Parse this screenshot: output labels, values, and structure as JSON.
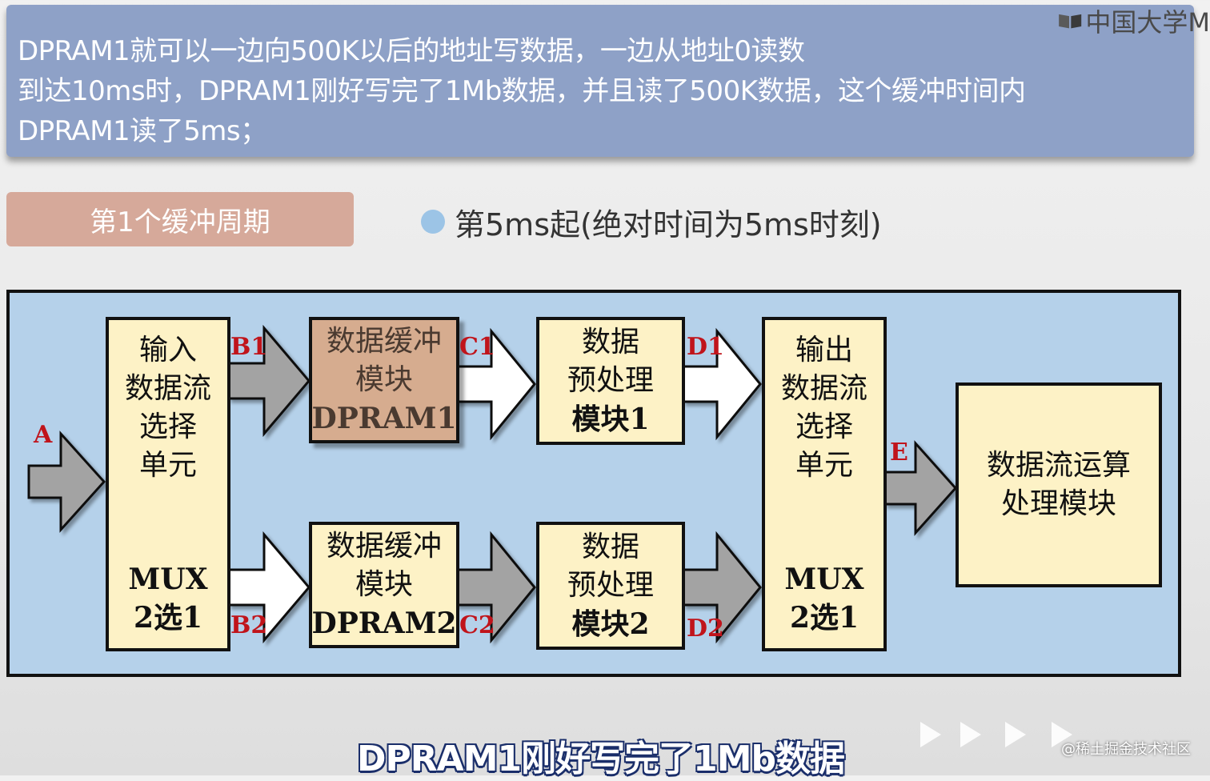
{
  "banner": {
    "lines": [
      "DPRAM1就可以一边向500K以后的地址写数据，一边从地址0读数",
      "到达10ms时，DPRAM1刚好写完了1Mb数据，并且读了500K数据，这个缓冲时间内",
      "DPRAM1读了5ms；"
    ]
  },
  "logo": {
    "text": "中国大学M"
  },
  "period_tag": "第1个缓冲周期",
  "bullet": "第5ms起(绝对时间为5ms时刻)",
  "diagram": {
    "input_mux": {
      "lines": [
        "输入",
        "数据流",
        "选择",
        "单元"
      ],
      "mux": "MUX",
      "sel": "2选1"
    },
    "dpram1": {
      "lines": [
        "数据缓冲",
        "模块"
      ],
      "name": "DPRAM1"
    },
    "dpram2": {
      "lines": [
        "数据缓冲",
        "模块"
      ],
      "name": "DPRAM2"
    },
    "pre1": {
      "lines": [
        "数据",
        "预处理"
      ],
      "name": "模块1"
    },
    "pre2": {
      "lines": [
        "数据",
        "预处理"
      ],
      "name": "模块2"
    },
    "output_mux": {
      "lines": [
        "输出",
        "数据流",
        "选择",
        "单元"
      ],
      "mux": "MUX",
      "sel": "2选1"
    },
    "compute": {
      "lines": [
        "数据流运算",
        "处理模块"
      ]
    },
    "labels": {
      "a": "A",
      "b1": "B1",
      "b2": "B2",
      "c1": "C1",
      "c2": "C2",
      "d1": "D1",
      "d2": "D2",
      "e": "E"
    },
    "colors": {
      "active_arrow": "#a3a3a3",
      "idle_arrow": "#ffffff",
      "box_fill": "#fdf2c6",
      "active_box": "#d6ac8f",
      "background": "#b5d1ea",
      "label_red": "#c0141b"
    }
  },
  "subtitle": "DPRAM1刚好写完了1Mb数据",
  "watermark": "@稀土掘金技术社区"
}
